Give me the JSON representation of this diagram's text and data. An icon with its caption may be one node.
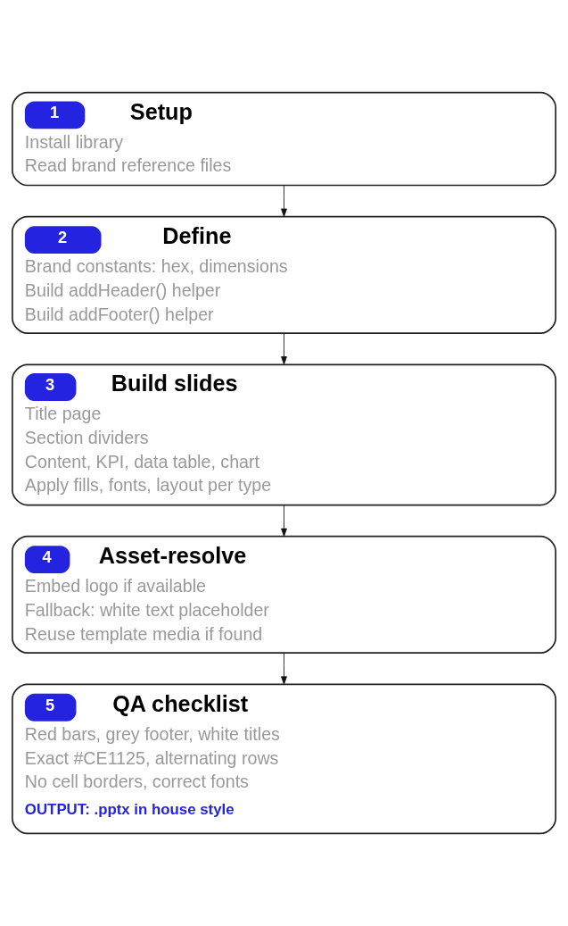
{
  "diagram": {
    "nodes": [
      {
        "text": [
          "1",
          "Setup",
          "Install library",
          "Read brand reference files"
        ]
      },
      {
        "text": [
          "2",
          "Define",
          "Brand constants: hex, dimensions",
          "Build addHeader() helper",
          "Build addFooter() helper"
        ]
      },
      {
        "text": [
          "3",
          "Build slides",
          "Title page",
          "Section dividers",
          "Content, KPI, data table, chart",
          "Apply fills, fonts, layout per type"
        ]
      },
      {
        "text": [
          "4",
          "Asset-resolve",
          "Embed logo if available",
          "Fallback: white text placeholder",
          "Reuse template media if found"
        ]
      },
      {
        "text": [
          "5",
          "QA checklist",
          "Red bars, grey footer, white titles",
          "Exact #CE1125, alternating rows",
          "No cell borders, correct fonts",
          "OUTPUT: .pptx in house style"
        ]
      }
    ],
    "edges": [
      {
        "from": 0,
        "to": 1,
        "arrow": "to"
      },
      {
        "from": 1,
        "to": 2,
        "arrow": "to"
      },
      {
        "from": 2,
        "to": 3,
        "arrow": "to"
      },
      {
        "from": 3,
        "to": 4,
        "arrow": "to"
      }
    ]
  }
}
